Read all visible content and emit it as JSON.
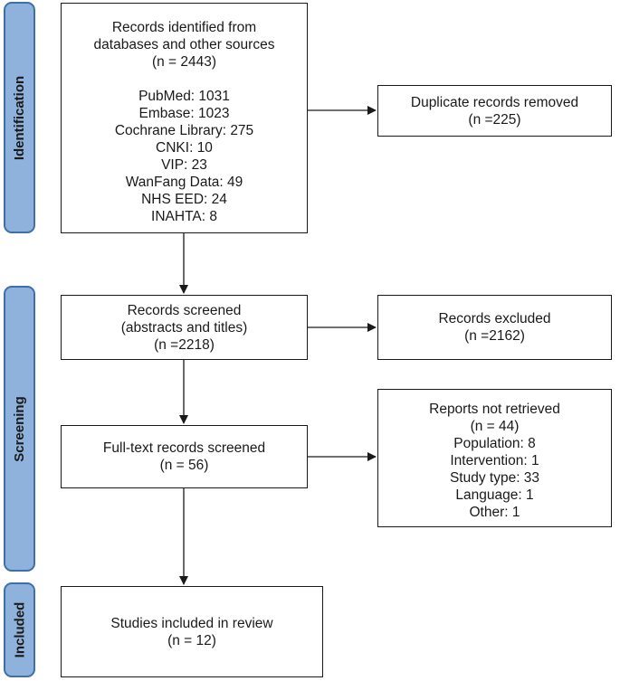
{
  "phases": {
    "identification": "Identification",
    "screening": "Screening",
    "included": "Included"
  },
  "identification_box": {
    "title_line1": "Records identified from",
    "title_line2": "databases and other sources",
    "count": "(n = 2443)",
    "sources": [
      "PubMed: 1031",
      "Embase: 1023",
      "Cochrane Library: 275",
      "CNKI: 10",
      "VIP: 23",
      "WanFang Data: 49",
      "NHS EED: 24",
      "INAHTA: 8"
    ]
  },
  "duplicates_box": {
    "line1": "Duplicate records removed",
    "line2": "(n =225)"
  },
  "screened_box": {
    "line1": "Records screened",
    "line2": "(abstracts and titles)",
    "line3": "(n =2218)"
  },
  "excluded_box": {
    "line1": "Records excluded",
    "line2": "(n =2162)"
  },
  "fulltext_box": {
    "line1": "Full-text records screened",
    "line2": "(n = 56)"
  },
  "not_retrieved_box": {
    "title": "Reports not retrieved",
    "count": "(n = 44)",
    "reasons": [
      "Population: 8",
      "Intervention: 1",
      "Study type: 33",
      "Language: 1",
      "Other: 1"
    ]
  },
  "included_box": {
    "line1": "Studies included in review",
    "line2": "(n = 12)"
  }
}
